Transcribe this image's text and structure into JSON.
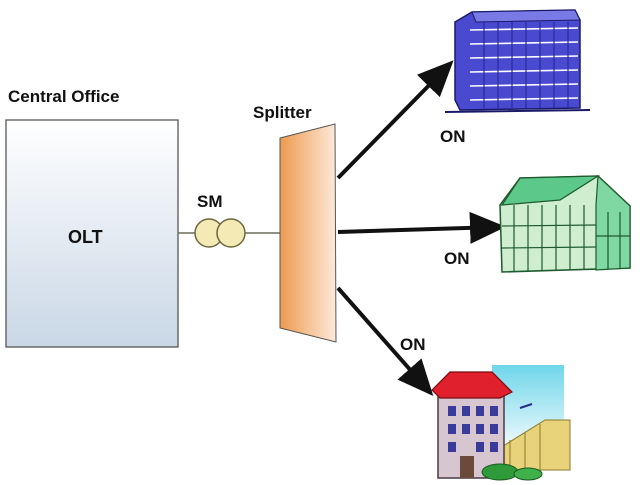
{
  "labels": {
    "central_office": "Central Office",
    "olt": "OLT",
    "sm": "SM",
    "splitter": "Splitter",
    "on_top": "ON",
    "on_middle": "ON",
    "on_bottom": "ON"
  },
  "icons": {
    "top": "office-tower-icon",
    "middle": "greenhouse-icon",
    "bottom": "apartment-house-icon"
  },
  "colors": {
    "box_fill_top": "#ffffff",
    "box_fill_bottom": "#c9d7e6",
    "box_stroke": "#4a4a4a",
    "sm_fill": "#f4eab6",
    "sm_stroke": "#6b6640",
    "fiber": "#6b6b5a",
    "splitter_dark": "#ee9a4f",
    "splitter_light": "#fde9da",
    "arrow": "#111111",
    "tower": "#4a4ad0",
    "greenhouse": "#5cc98a",
    "house": "#d7c5cf",
    "roof": "#e0202c"
  }
}
